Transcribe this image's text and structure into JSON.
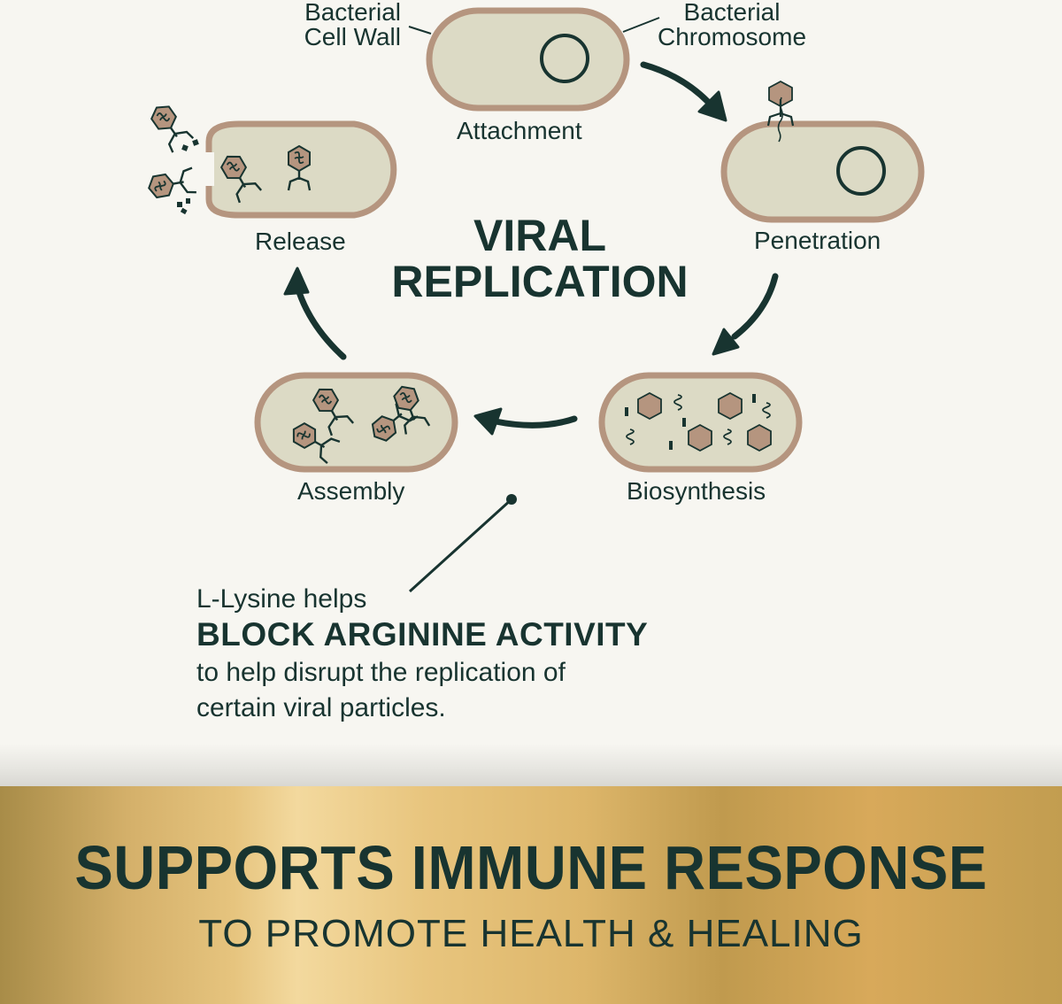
{
  "colors": {
    "ink": "#183430",
    "cell_fill": "#dcdac5",
    "cell_wall": "#b5957f",
    "capsid": "#b5957f",
    "background": "#f7f6f1",
    "banner_gold": "#d4b06a"
  },
  "diagram": {
    "title_line1": "VIRAL",
    "title_line2": "REPLICATION",
    "callouts": {
      "cell_wall_line1": "Bacterial",
      "cell_wall_line2": "Cell Wall",
      "chromosome_line1": "Bacterial",
      "chromosome_line2": "Chromosome"
    },
    "stages": [
      {
        "id": "attachment",
        "label": "Attachment"
      },
      {
        "id": "penetration",
        "label": "Penetration"
      },
      {
        "id": "biosynthesis",
        "label": "Biosynthesis"
      },
      {
        "id": "assembly",
        "label": "Assembly"
      },
      {
        "id": "release",
        "label": "Release"
      }
    ]
  },
  "info": {
    "intro": "L-Lysine helps",
    "headline": "BLOCK ARGININE ACTIVITY",
    "body_line1": "to help disrupt the replication of",
    "body_line2": "certain viral particles."
  },
  "banner": {
    "headline": "SUPPORTS IMMUNE RESPONSE",
    "subheadline": "TO PROMOTE HEALTH & HEALING"
  }
}
